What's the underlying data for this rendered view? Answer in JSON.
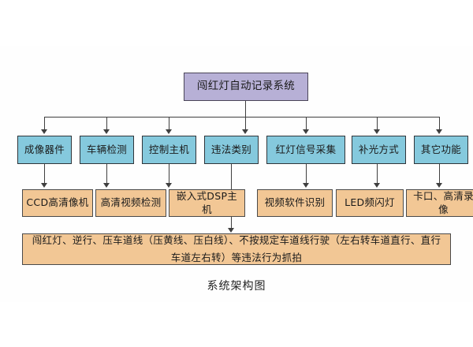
{
  "diagram": {
    "caption": "系统架构图",
    "root": {
      "label": "闯红灯自动记录系统",
      "color": "#b7b0d6"
    },
    "level2_color": "#85c9dd",
    "level3_color": "#f2c795",
    "line_color": "#3f3f3f",
    "level2": [
      {
        "label": "成像器件"
      },
      {
        "label": "车辆检测"
      },
      {
        "label": "控制主机"
      },
      {
        "label": "违法类别"
      },
      {
        "label": "红灯信号采集"
      },
      {
        "label": "补光方式"
      },
      {
        "label": "其它功能"
      }
    ],
    "level3": [
      {
        "label": "CCD高清像机"
      },
      {
        "label": "高清视频检测"
      },
      {
        "label": "嵌入式DSP主机"
      },
      {
        "label": "视频软件识别"
      },
      {
        "label": "LED频闪灯"
      },
      {
        "label": "卡口、高清录像"
      }
    ],
    "detail": {
      "label": "闯红灯、逆行、压车道线（压黄线、压白线）、不按规定车道线行驶（左右转车道直行、直行车道左右转）等违法行为抓拍"
    }
  }
}
